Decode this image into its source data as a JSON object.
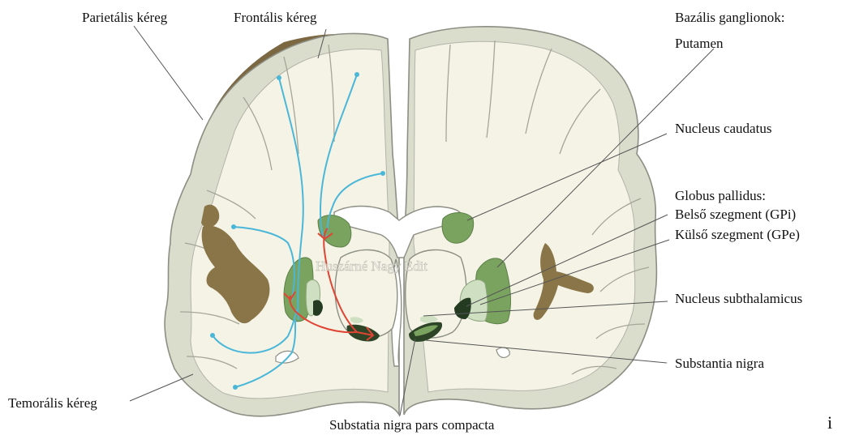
{
  "labels": {
    "parietal_cortex": "Parietális kéreg",
    "frontal_cortex": "Frontális kéreg",
    "basal_ganglia_title": "Bazális ganglionok:",
    "putamen": "Putamen",
    "nucleus_caudatus": "Nucleus caudatus",
    "globus_pallidus_title": "Globus pallidus:",
    "gpi": "Belső szegment (GPi)",
    "gpe": "Külső szegment (GPe)",
    "nucleus_subthalamicus": "Nucleus subthalamicus",
    "substantia_nigra": "Substantia nigra",
    "temporal_cortex": "Temorális kéreg",
    "snc": "Substatia nigra pars compacta",
    "watermark": "Huszárné Nagy Edit",
    "corner_letter": "i"
  },
  "colors": {
    "cortex_outer": "#dadccc",
    "white_matter": "#f4f3e6",
    "outline": "#8d8e84",
    "surface": "#7b6842",
    "caudate_putamen": "#79a35f",
    "gpe": "#cfe0c2",
    "gpi": "#243b22",
    "snc": "#2d4427",
    "cortical_pathway": "#4ab7d8",
    "nigrostriatal_pathway": "#e04534",
    "leader_line": "#555555"
  }
}
